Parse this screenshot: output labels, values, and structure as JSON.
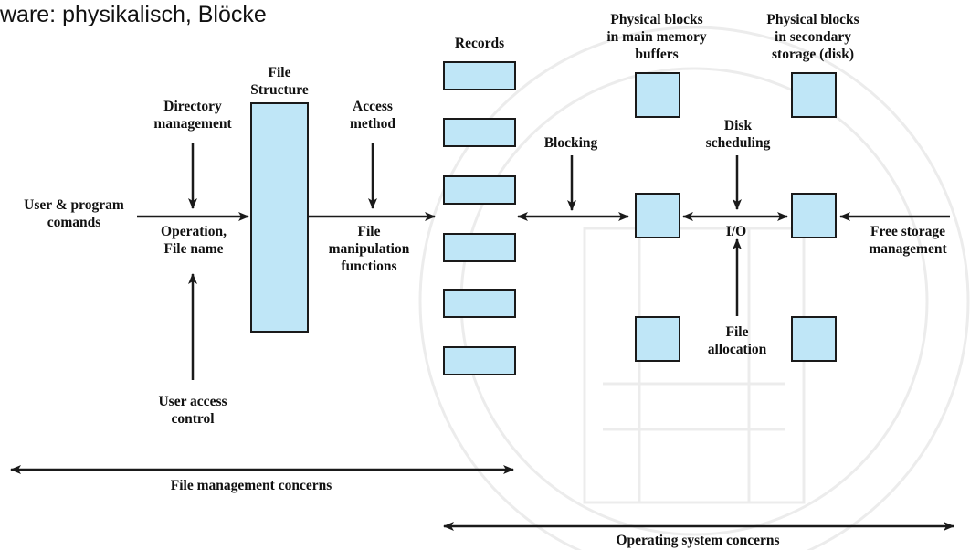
{
  "heading": "ware: physikalisch, Blöcke",
  "labels": {
    "records": "Records",
    "phys_main": [
      "Physical blocks",
      "in main memory",
      "buffers"
    ],
    "phys_secondary": [
      "Physical blocks",
      "in secondary",
      "storage (disk)"
    ],
    "file_structure": [
      "File",
      "Structure"
    ],
    "directory_mgmt": [
      "Directory",
      "management"
    ],
    "access_method": [
      "Access",
      "method"
    ],
    "user_program": [
      "User & program",
      "comands"
    ],
    "operation": [
      "Operation,",
      "File name"
    ],
    "file_manip": [
      "File",
      "manipulation",
      "functions"
    ],
    "blocking": "Blocking",
    "disk_sched": [
      "Disk",
      "scheduling"
    ],
    "io": "I/O",
    "free_storage": [
      "Free storage",
      "management"
    ],
    "file_alloc": [
      "File",
      "allocation"
    ],
    "user_access": [
      "User access",
      "control"
    ],
    "file_mgmt_concerns": "File management concerns",
    "os_concerns": "Operating system concerns"
  },
  "colors": {
    "box_fill": "#bfe6f7",
    "stroke": "#1a1a1a",
    "watermark": "#eeeeee"
  }
}
